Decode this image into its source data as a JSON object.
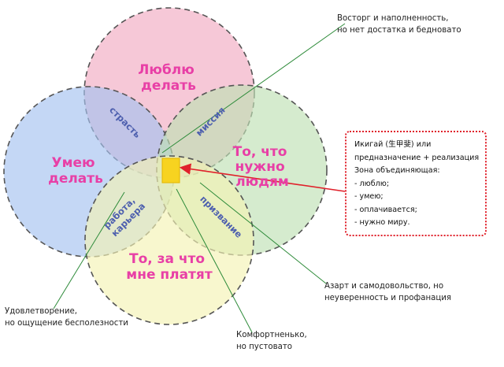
{
  "circles": {
    "love": {
      "label_lines": [
        "Люблю",
        "делать"
      ],
      "fill": "#f2b1c6"
    },
    "good_at": {
      "label_lines": [
        "Умею",
        "делать"
      ],
      "fill": "#a4c2f0"
    },
    "world_needs": {
      "label_lines": [
        "То, что",
        "нужно",
        "людям"
      ],
      "fill": "#bfe1b4"
    },
    "paid_for": {
      "label_lines": [
        "То, за что",
        "мне платят"
      ],
      "fill": "#f4f2b4"
    }
  },
  "overlaps": {
    "passion": "страсть",
    "mission": "миссия",
    "profession": [
      "работа,",
      "карьера"
    ],
    "vocation": "призвание"
  },
  "annotations": {
    "top_right": [
      "Восторг и наполненность,",
      "но нет достатка и бедновато"
    ],
    "bottom_left": [
      "Удовлетворение,",
      "но ощущение бесполезности"
    ],
    "bottom_center": [
      "Комфортненько,",
      "но пустовато"
    ],
    "bottom_right": [
      "Азарт и самодовольство, но",
      " неуверенность и профанация"
    ]
  },
  "ikigai_box": {
    "lines": [
      "Икигай (生甲斐) или",
      "предназначение + реализация",
      "Зона объединяющая:",
      "- люблю;",
      "- умею;",
      "- оплачивается;",
      "- нужно миру."
    ]
  },
  "colors": {
    "label_pink": "#e83fa6",
    "overlap_blue": "#4d5fae",
    "line_green": "#2e8b3a",
    "arrow_red": "#e0212b",
    "center_yellow": "#f7d320"
  }
}
